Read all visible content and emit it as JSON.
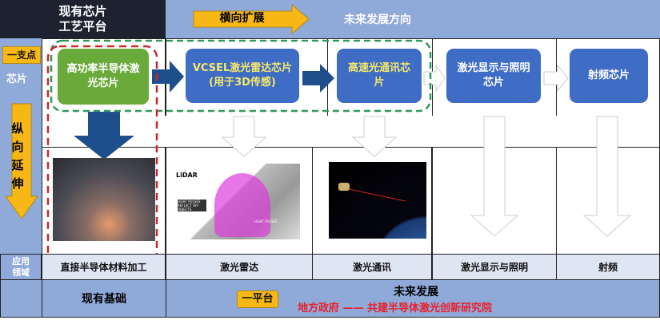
{
  "header": {
    "current_platform_line1": "现有芯片",
    "current_platform_line2": "工艺平台",
    "horizontal_arrow": "横向扩展",
    "future_direction": "未来发展方向"
  },
  "left": {
    "one_point": "一支点",
    "chip": "芯片",
    "vertical_1": "纵",
    "vertical_2": "向",
    "vertical_3": "延",
    "vertical_4": "伸",
    "app_1": "应用",
    "app_2": "领域"
  },
  "chips": [
    {
      "line1": "高功率半导体激",
      "line2": "光芯片"
    },
    {
      "line1": "VCSEL激光雷达芯片",
      "line2": "(用于3D传感)"
    },
    {
      "line1": "高速光通讯芯",
      "line2": "片"
    },
    {
      "line1": "激光显示与照明",
      "line2": "芯片"
    },
    {
      "line1": "射频芯片",
      "line2": ""
    }
  ],
  "lidar_image": {
    "title": "LiDAR",
    "label1": "LIGHT PULSES REFLECT OFF OBJECTS",
    "label2": "LIGHT PULSES"
  },
  "applications": [
    "直接半导体材料加工",
    "激光雷达",
    "激光通讯",
    "激光显示与照明",
    "射频"
  ],
  "bottom": {
    "existing_base": "现有基础",
    "one_platform": "一平台",
    "future_dev": "未来发展",
    "institute": "地方政府 —— 共建半导体激光创新研究院"
  },
  "colors": {
    "header_blue": "#8fa9d8",
    "chip_blue": "#3f6cc4",
    "chip_green": "#6aaa3a",
    "tag_yellow": "#f7b815",
    "red_dash": "#c8282c",
    "green_dash": "#2e9a5a",
    "institute_red": "#e8202a"
  }
}
